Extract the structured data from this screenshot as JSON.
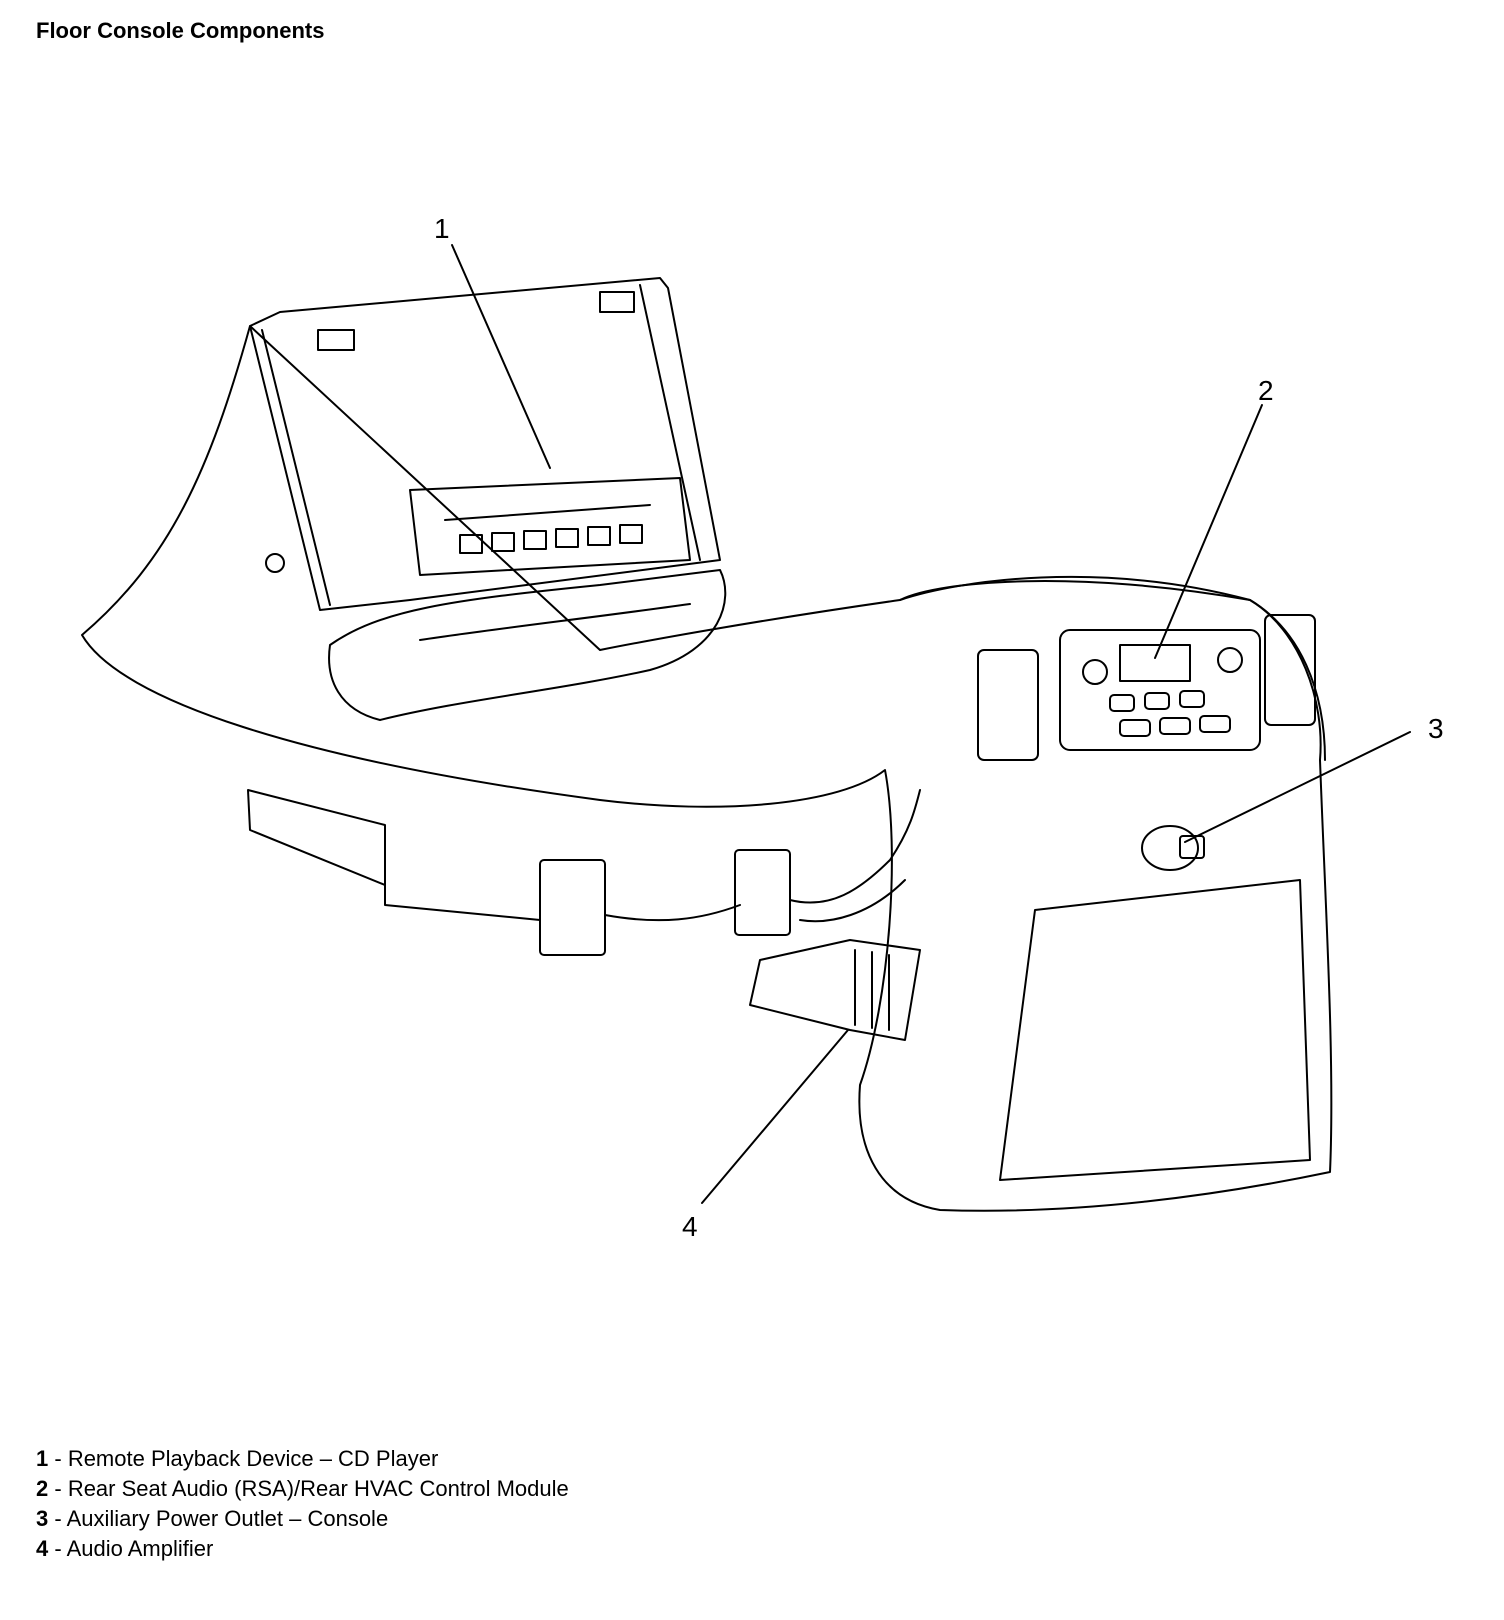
{
  "page": {
    "title": "Floor Console Components"
  },
  "diagram": {
    "subject": "floor console illustration",
    "callouts": [
      "1",
      "2",
      "3",
      "4"
    ]
  },
  "legend": [
    {
      "num": "1",
      "sep": " - ",
      "text": "Remote Playback Device – CD Player"
    },
    {
      "num": "2",
      "sep": " - ",
      "text": "Rear Seat Audio (RSA)/Rear HVAC Control Module"
    },
    {
      "num": "3",
      "sep": " - ",
      "text": "Auxiliary Power Outlet – Console"
    },
    {
      "num": "4",
      "sep": " - ",
      "text": "Audio Amplifier"
    }
  ]
}
